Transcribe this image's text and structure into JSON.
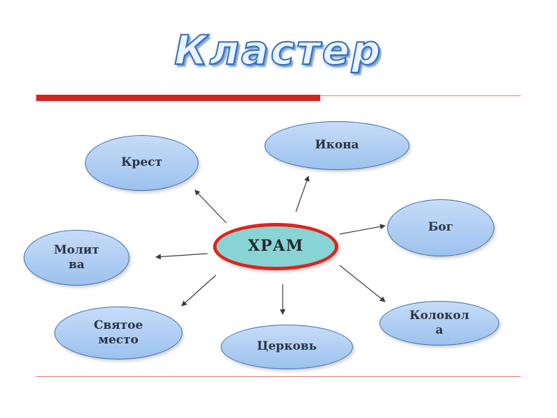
{
  "title": "Кластер",
  "diagram": {
    "center": {
      "label": "ХРАМ"
    },
    "nodes": [
      {
        "id": "krest",
        "lines": [
          "Крест"
        ]
      },
      {
        "id": "ikona",
        "lines": [
          "Икона"
        ]
      },
      {
        "id": "bog",
        "lines": [
          "Бог"
        ]
      },
      {
        "id": "molitva",
        "lines": [
          "Молит",
          "ва"
        ]
      },
      {
        "id": "svyatoe-mesto",
        "lines": [
          "Святое",
          "место"
        ]
      },
      {
        "id": "tserkov",
        "lines": [
          "Церковь"
        ]
      },
      {
        "id": "kolokola",
        "lines": [
          "Колокол",
          "а"
        ]
      }
    ]
  },
  "colors": {
    "accent_red": "#d6231f",
    "node_fill": "#a8c8f0",
    "center_fill": "#88d4d4",
    "center_border": "#e2231c",
    "title_outline": "#2f6fc0"
  }
}
